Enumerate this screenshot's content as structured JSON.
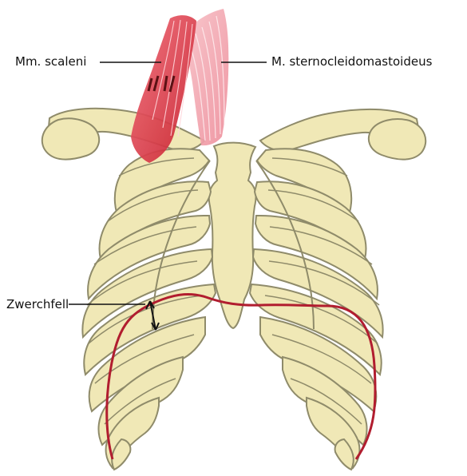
{
  "diagram": {
    "labels": {
      "scaleni": "Mm. scaleni",
      "sternocleidomastoideus": "M. sternocleidomastoideus",
      "zwerchfell": "Zwerchfell"
    },
    "colors": {
      "bone_fill": "#f0e8b6",
      "bone_stroke": "#8f8b6a",
      "muscle_dark": "#d3252f",
      "muscle_light": "#f1aab3",
      "diaphragm": "#b11d2f",
      "arrow": "#111111",
      "background": "#ffffff"
    },
    "icons": {
      "rib_cage": "rib-cage",
      "scalene_muscles": "scalene-muscles",
      "sternocleidomastoid_muscle": "sternocleidomastoid-muscle",
      "diaphragm_line": "diaphragm-line",
      "motion_arrow": "double-arrow"
    }
  }
}
